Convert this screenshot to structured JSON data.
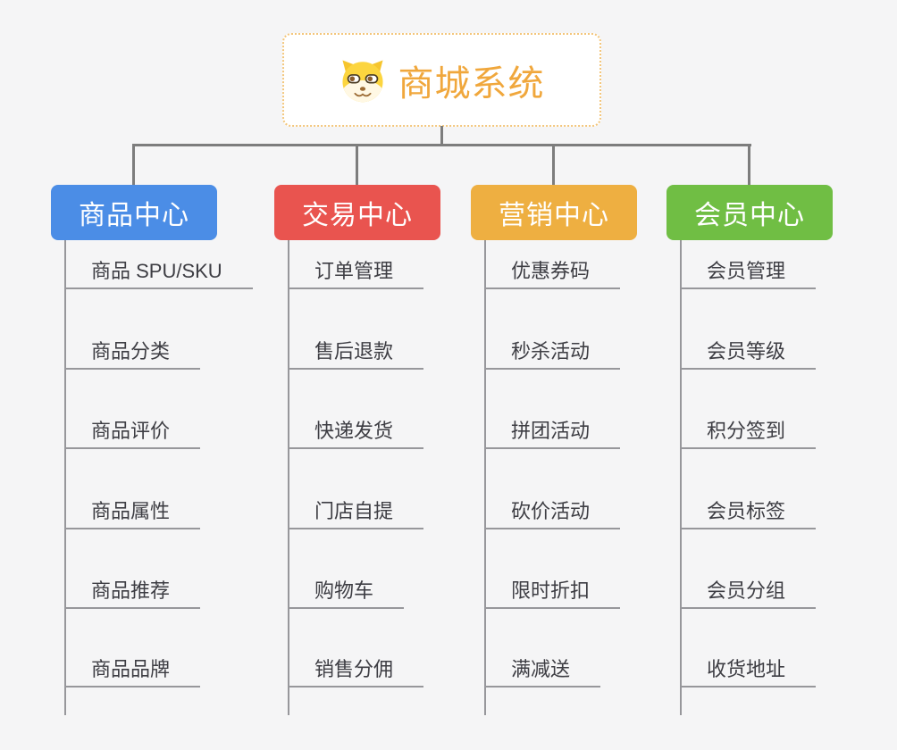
{
  "root": {
    "title": "商城系统",
    "icon": "doge-icon",
    "text_color": "#F0A73C",
    "border_color": "#F3C67C"
  },
  "connector_color": "#7D7D7D",
  "branches": [
    {
      "label": "商品中心",
      "color": "#4B8DE6",
      "children": [
        "商品 SPU/SKU",
        "商品分类",
        "商品评价",
        "商品属性",
        "商品推荐",
        "商品品牌"
      ]
    },
    {
      "label": "交易中心",
      "color": "#E9544F",
      "children": [
        "订单管理",
        "售后退款",
        "快递发货",
        "门店自提",
        "购物车",
        "销售分佣"
      ]
    },
    {
      "label": "营销中心",
      "color": "#EEAF41",
      "children": [
        "优惠券码",
        "秒杀活动",
        "拼团活动",
        "砍价活动",
        "限时折扣",
        "满减送"
      ]
    },
    {
      "label": "会员中心",
      "color": "#70BE44",
      "children": [
        "会员管理",
        "会员等级",
        "积分签到",
        "会员标签",
        "会员分组",
        "收货地址"
      ]
    }
  ]
}
